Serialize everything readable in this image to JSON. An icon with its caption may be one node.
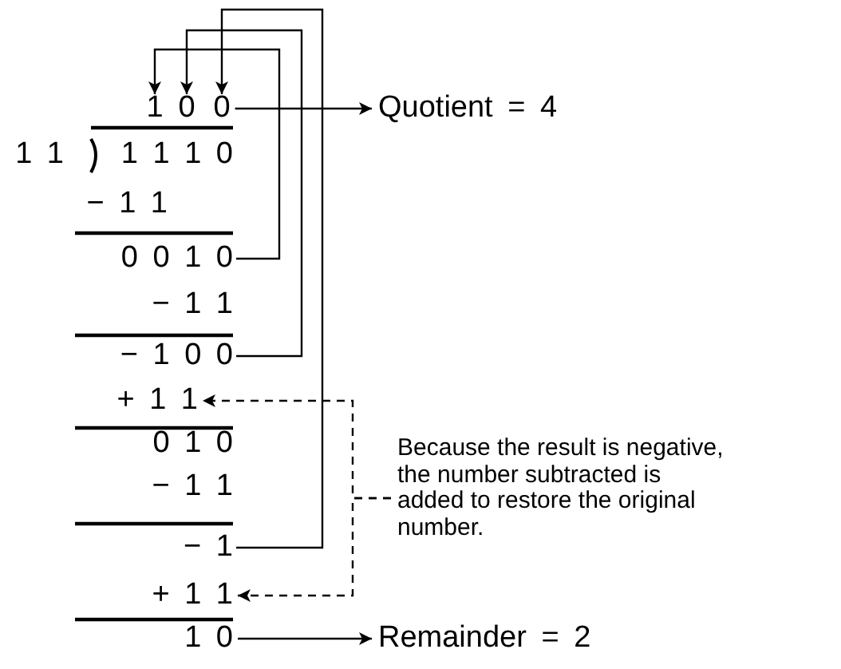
{
  "diagram": {
    "nodes": [
      {
        "text": [
          "1"
        ]
      },
      {
        "text": [
          "0"
        ]
      },
      {
        "text": [
          "0"
        ]
      },
      {
        "text": [
          "Quotient = 4"
        ]
      },
      {
        "text": [
          "0 0 1 0"
        ]
      },
      {
        "text": [
          "− 1 0 0"
        ]
      },
      {
        "text": [
          "+ 1 1"
        ]
      },
      {
        "text": [
          "Because the result is negative, the number subtracted is added to restore the original number."
        ]
      },
      {
        "text": [
          "− 1"
        ]
      },
      {
        "text": [
          "+ 1 1"
        ]
      },
      {
        "text": [
          "1 0"
        ]
      },
      {
        "text": [
          "Remainder = 2"
        ]
      }
    ],
    "edges": [
      {
        "from": 2,
        "to": 3,
        "arrow": "to"
      },
      {
        "from": 4,
        "to": 0,
        "arrow": "to"
      },
      {
        "from": 5,
        "to": 1,
        "arrow": "to"
      },
      {
        "from": 8,
        "to": 2,
        "arrow": "to"
      },
      {
        "from": 7,
        "to": 6,
        "arrow": "to",
        "style": "dashed"
      },
      {
        "from": 7,
        "to": 9,
        "arrow": "to",
        "style": "dashed"
      },
      {
        "from": 10,
        "to": 11,
        "arrow": "to"
      }
    ],
    "labels": [
      "1 1",
      "1 1 1 0",
      "− 1 1",
      "− 1 1",
      "0 1 0",
      "− 1 1"
    ]
  }
}
